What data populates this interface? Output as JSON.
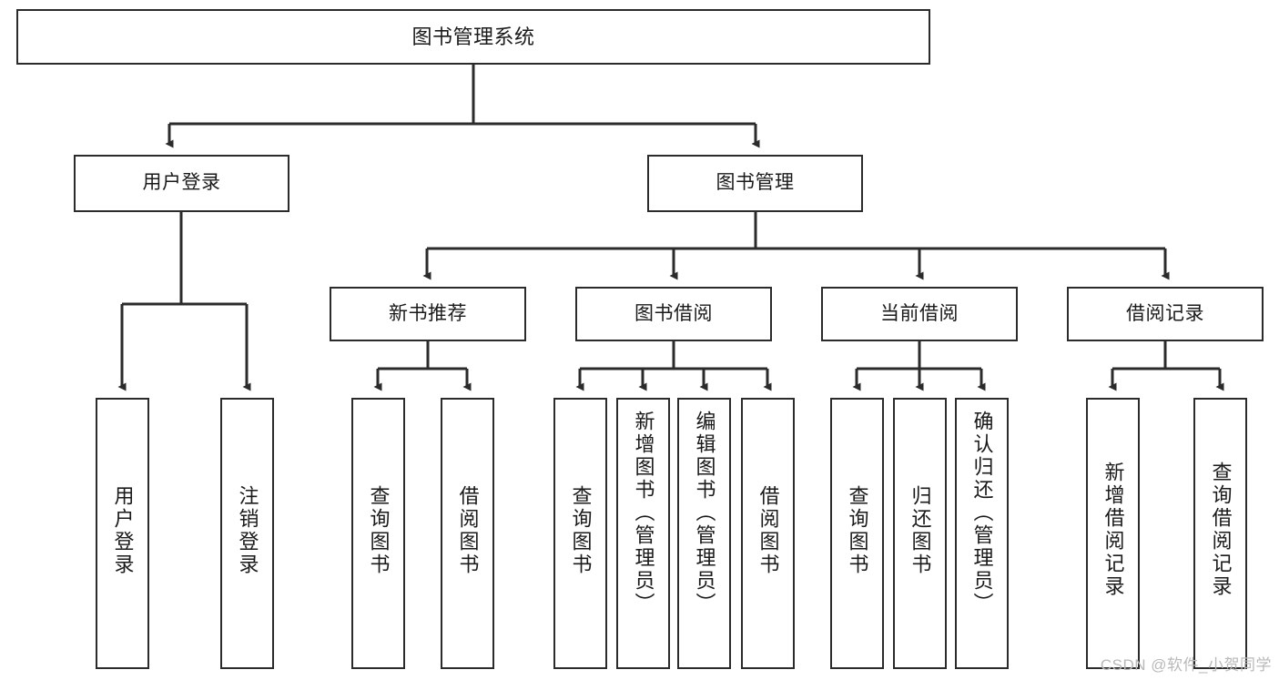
{
  "diagram": {
    "title": "图书管理系统",
    "watermark": "CSDN @软件_小贺同学",
    "line_color": "#2b2b2b",
    "box_fill": "#ffffff",
    "text_color": "#1a1a1a",
    "levels": {
      "level1": [
        "图书管理系统"
      ],
      "level2": [
        "用户登录",
        "图书管理"
      ],
      "level3": [
        "新书推荐",
        "图书借阅",
        "当前借阅",
        "借阅记录"
      ],
      "level4": [
        "用户登录",
        "注销登录",
        "查询图书",
        "借阅图书",
        "查询图书",
        "新增图书（管理员）",
        "编辑图书（管理员）",
        "借阅图书",
        "查询图书",
        "归还图书",
        "确认归还（管理员）",
        "新增借阅记录",
        "查询借阅记录"
      ]
    },
    "nodes": {
      "root": "图书管理系统",
      "user_login": "用户登录",
      "book_manage": "图书管理",
      "new_book_rec": "新书推荐",
      "book_borrow": "图书借阅",
      "current_borrow": "当前借阅",
      "borrow_record": "借阅记录",
      "leaf_user_login": "用户登录",
      "leaf_logout": "注销登录",
      "leaf_query_book_1": "查询图书",
      "leaf_borrow_book_1": "借阅图书",
      "leaf_query_book_2": "查询图书",
      "leaf_add_book": "新增图书（管理员）",
      "leaf_edit_book": "编辑图书（管理员）",
      "leaf_borrow_book_2": "借阅图书",
      "leaf_query_book_3": "查询图书",
      "leaf_return_book": "归还图书",
      "leaf_confirm_return": "确认归还（管理员）",
      "leaf_add_record": "新增借阅记录",
      "leaf_query_record": "查询借阅记录"
    }
  }
}
